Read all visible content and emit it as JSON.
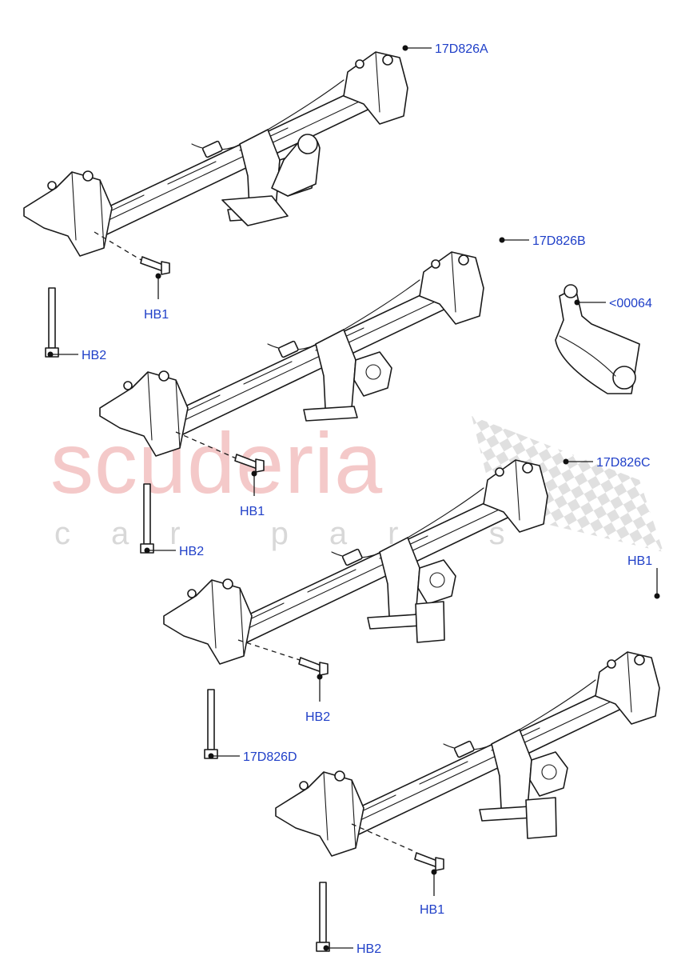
{
  "watermark": {
    "brand": "scuderia",
    "tagline": "car parts"
  },
  "callouts": [
    "17D826A",
    "HB1",
    "HB2",
    "17D826B",
    "<00064",
    "HB1",
    "HB2",
    "17D826C",
    "HB1",
    "HB2",
    "17D826D",
    "HB1",
    "HB2"
  ],
  "colors": {
    "callout_text": "#1f3fc8",
    "line_art": "#1a1a1a",
    "watermark": "#f4c9c9"
  }
}
